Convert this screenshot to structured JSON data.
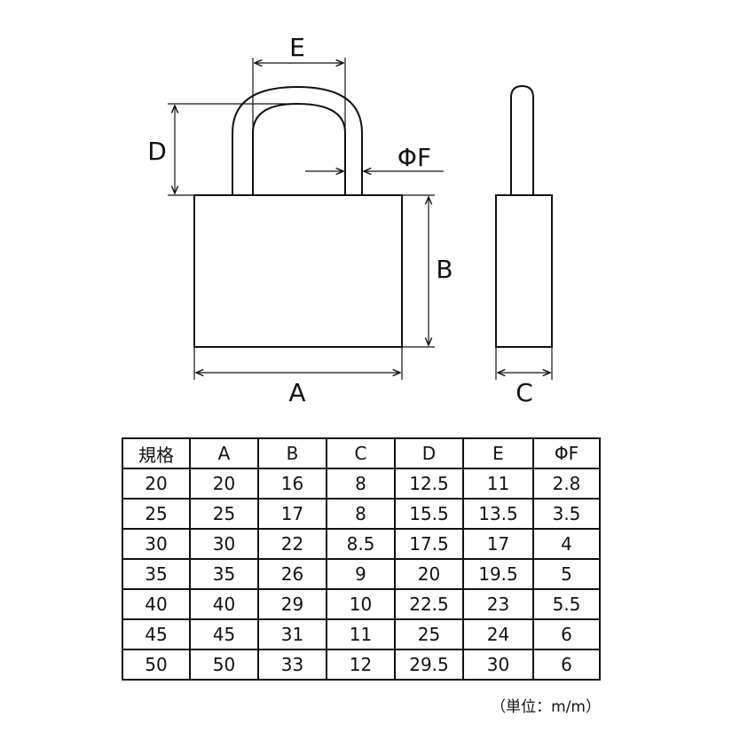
{
  "diagram": {
    "labels": {
      "a": "A",
      "b": "B",
      "c": "C",
      "d": "D",
      "e": "E",
      "f": "ΦF"
    }
  },
  "table": {
    "headers": [
      "規格",
      "A",
      "B",
      "C",
      "D",
      "E",
      "ΦF"
    ],
    "rows": [
      [
        "20",
        "20",
        "16",
        "8",
        "12.5",
        "11",
        "2.8"
      ],
      [
        "25",
        "25",
        "17",
        "8",
        "15.5",
        "13.5",
        "3.5"
      ],
      [
        "30",
        "30",
        "22",
        "8.5",
        "17.5",
        "17",
        "4"
      ],
      [
        "35",
        "35",
        "26",
        "9",
        "20",
        "19.5",
        "5"
      ],
      [
        "40",
        "40",
        "29",
        "10",
        "22.5",
        "23",
        "5.5"
      ],
      [
        "45",
        "45",
        "31",
        "11",
        "25",
        "24",
        "6"
      ],
      [
        "50",
        "50",
        "33",
        "12",
        "29.5",
        "30",
        "6"
      ]
    ],
    "unit": "（単位：m/m）"
  }
}
